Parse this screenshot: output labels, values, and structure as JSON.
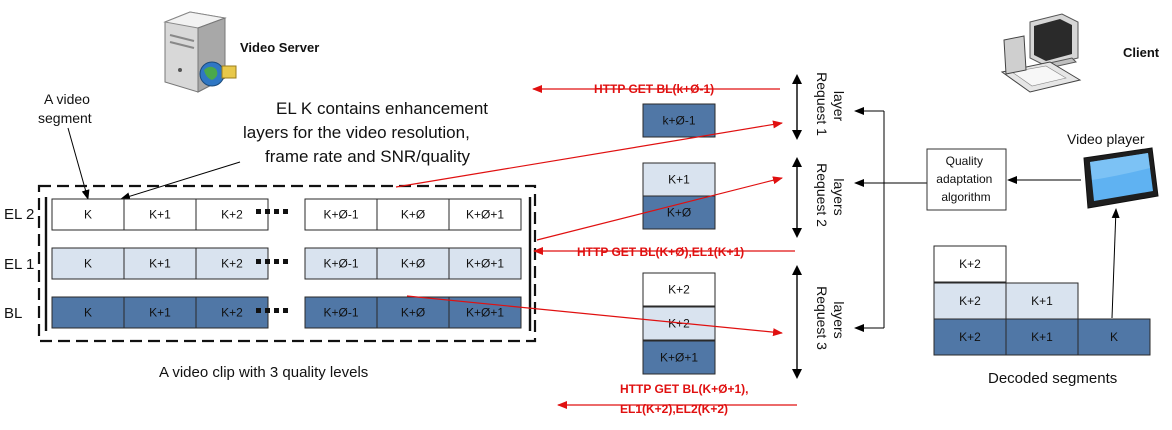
{
  "colors": {
    "el2_fill": "#ffffff",
    "el1_fill": "#d9e3ef",
    "bl_fill": "#5077a6",
    "cell_stroke": "#2a2a2a",
    "request_red": "#e01010",
    "screen_blue": "#5fb2f2"
  },
  "server": {
    "label": "Video Server",
    "icon": "server-tower-icon"
  },
  "client": {
    "label": "Client",
    "icon": "desktop-computer-icon"
  },
  "video_segment_label": [
    "A video",
    "segment"
  ],
  "el_note": [
    "EL K contains enhancement",
    "layers for the video resolution,",
    "frame rate and SNR/quality"
  ],
  "clip_caption": "A video clip with 3 quality levels",
  "rows": [
    {
      "label": "EL 2",
      "layer": "el2",
      "cells": [
        "K",
        "K+1",
        "K+2",
        "K+Ø-1",
        "K+Ø",
        "K+Ø+1"
      ]
    },
    {
      "label": "EL 1",
      "layer": "el1",
      "cells": [
        "K",
        "K+1",
        "K+2",
        "K+Ø-1",
        "K+Ø",
        "K+Ø+1"
      ]
    },
    {
      "label": "BL",
      "layer": "bl",
      "cells": [
        "K",
        "K+1",
        "K+2",
        "K+Ø-1",
        "K+Ø",
        "K+Ø+1"
      ]
    }
  ],
  "requests": [
    {
      "http": [
        "HTTP GET BL(k+Ø-1)"
      ],
      "side_label": [
        "Request 1",
        "layer"
      ],
      "blocks": [
        {
          "text": "k+Ø-1",
          "layer": "bl"
        }
      ]
    },
    {
      "http": [
        "HTTP GET BL(K+Ø),EL1(K+1)"
      ],
      "side_label": [
        "Request 2",
        "layers"
      ],
      "blocks": [
        {
          "text": "K+1",
          "layer": "el1"
        },
        {
          "text": "K+Ø",
          "layer": "bl"
        }
      ]
    },
    {
      "http": [
        "HTTP GET BL(K+Ø+1),",
        "EL1(K+2),EL2(K+2)"
      ],
      "side_label": [
        "Request 3",
        "layers"
      ],
      "blocks": [
        {
          "text": "K+2",
          "layer": "el2"
        },
        {
          "text": "K+2",
          "layer": "el1"
        },
        {
          "text": "K+Ø+1",
          "layer": "bl"
        }
      ]
    }
  ],
  "qaa_label": [
    "Quality",
    "adaptation",
    "algorithm"
  ],
  "player": {
    "label": "Video player",
    "icon": "monitor-icon"
  },
  "decoded": {
    "caption": "Decoded segments",
    "rows": [
      {
        "layer": "el2",
        "cells": [
          "K+2"
        ]
      },
      {
        "layer": "el1",
        "cells": [
          "K+2",
          "K+1"
        ]
      },
      {
        "layer": "bl",
        "cells": [
          "K+2",
          "K+1",
          "K"
        ]
      }
    ]
  }
}
